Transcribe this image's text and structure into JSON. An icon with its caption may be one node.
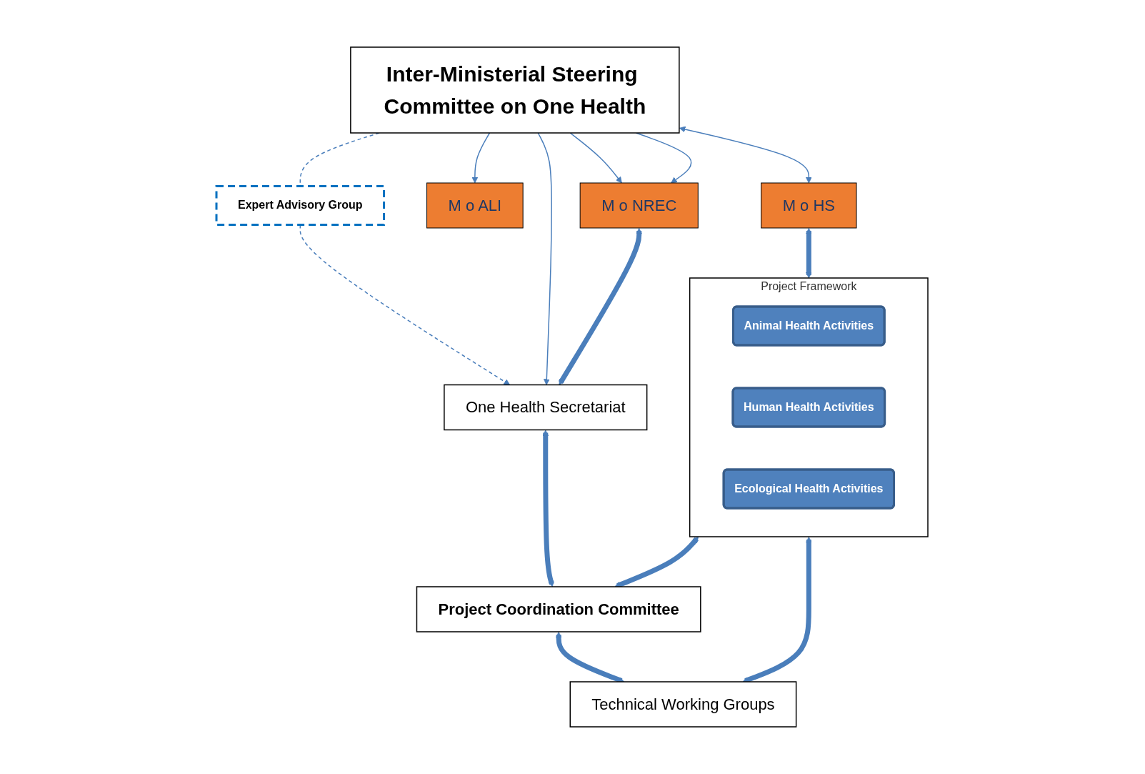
{
  "diagram": {
    "nodes": [
      {
        "text": [
          "Inter-Ministerial Steering Committee on One Health"
        ]
      },
      {
        "text": [
          "Expert Advisory Group"
        ]
      },
      {
        "text": [
          "M o ALI"
        ]
      },
      {
        "text": [
          "M o HS"
        ]
      },
      {
        "text": [
          "M o NREC"
        ]
      },
      {
        "text": [
          "One Health Secretariat"
        ]
      },
      {
        "text": [
          "Project Framework"
        ]
      },
      {
        "text": [
          "Animal Health Activities"
        ],
        "in": 6
      },
      {
        "text": [
          "Human Health Activities"
        ],
        "in": 6
      },
      {
        "text": [
          "Ecological Health Activities"
        ],
        "in": 6
      },
      {
        "text": [
          "Project Coordination Committee"
        ]
      },
      {
        "text": [
          "Technical Working Groups"
        ]
      }
    ],
    "edges": [
      {
        "from": 0,
        "to": 1,
        "arrow": "none",
        "style": "dashed"
      },
      {
        "from": 1,
        "to": 5,
        "arrow": "to",
        "style": "dashed"
      },
      {
        "from": 0,
        "to": 5,
        "arrow": "to"
      },
      {
        "from": 0,
        "to": 2,
        "arrow": "to"
      },
      {
        "from": 0,
        "to": 3,
        "arrow": "both"
      },
      {
        "from": 0,
        "to": 4,
        "arrow": "to"
      },
      {
        "from": 0,
        "to": 4,
        "arrow": "to"
      },
      {
        "from": 4,
        "to": 5,
        "arrow": "both",
        "style": "thick"
      },
      {
        "from": 3,
        "to": 6,
        "arrow": "both",
        "style": "thick"
      },
      {
        "from": 5,
        "to": 10,
        "arrow": "both",
        "style": "thick"
      },
      {
        "from": 6,
        "to": 10,
        "arrow": "both",
        "style": "thick"
      },
      {
        "from": 6,
        "to": 11,
        "arrow": "both",
        "style": "thick"
      },
      {
        "from": 10,
        "to": 11,
        "arrow": "both",
        "style": "thick"
      }
    ]
  }
}
